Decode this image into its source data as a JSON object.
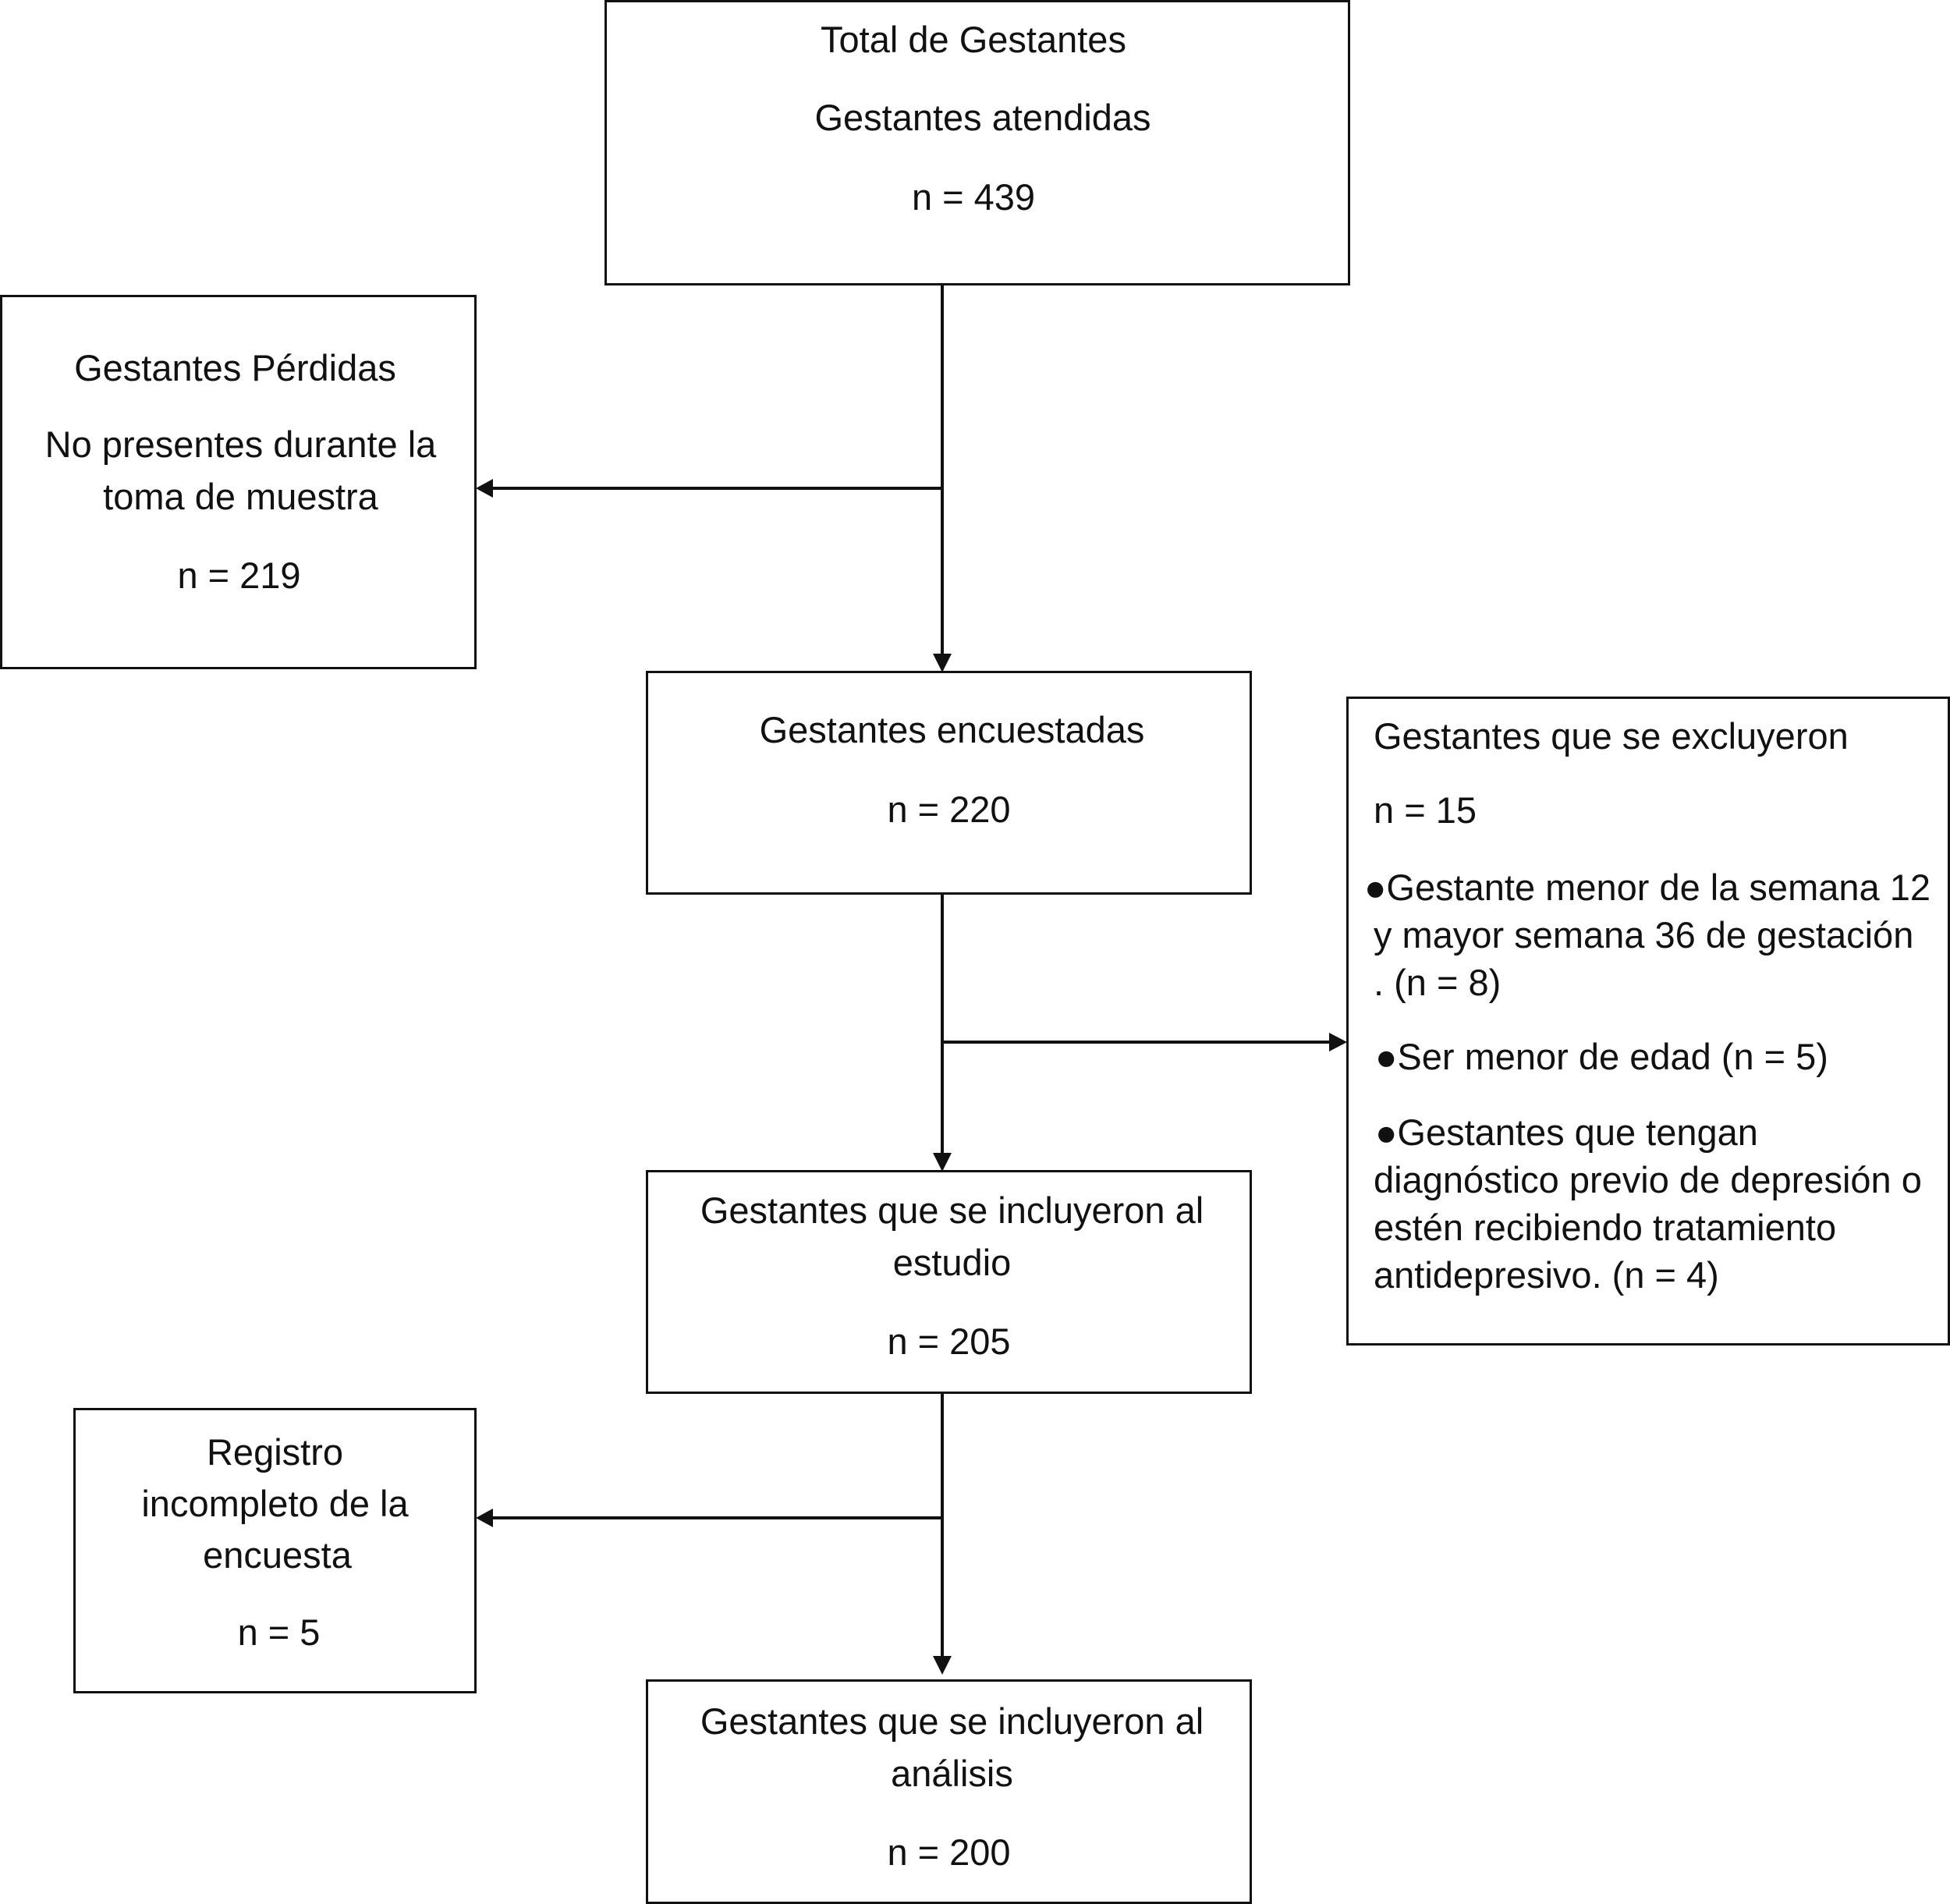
{
  "boxes": {
    "total": {
      "title": "Total de Gestantes",
      "subtitle": "Gestantes atendidas",
      "n": "n = 439"
    },
    "lost": {
      "title": "Gestantes Pérdidas",
      "desc_line1": "No presentes durante la",
      "desc_line2": "toma de muestra",
      "n": "n = 219"
    },
    "surveyed": {
      "title": "Gestantes encuestadas",
      "n": "n = 220"
    },
    "excluded": {
      "title": "Gestantes que se excluyeron",
      "n": "n = 15",
      "criteria": [
        {
          "line1": "●Gestante menor de la semana 12",
          "line2": "y mayor semana 36 de gestación",
          "line3": ". (n = 8)"
        },
        {
          "line1": "●Ser menor de edad (n = 5)"
        },
        {
          "line1": "●Gestantes que tengan",
          "line2": "diagnóstico previo de depresión o",
          "line3": "estén recibiendo tratamiento",
          "line4": "antidepresivo. (n = 4)"
        }
      ]
    },
    "included_study": {
      "title_line1": "Gestantes que se incluyeron al",
      "title_line2": "estudio",
      "n": "n = 205"
    },
    "incomplete": {
      "line1": "Registro",
      "line2": "incompleto de la",
      "line3": "encuesta",
      "n": "n = 5"
    },
    "included_analysis": {
      "title_line1": "Gestantes que se incluyeron al",
      "title_line2": "análisis",
      "n": "n = 200"
    }
  },
  "colors": {
    "stroke": "#111111",
    "background": "#ffffff"
  }
}
